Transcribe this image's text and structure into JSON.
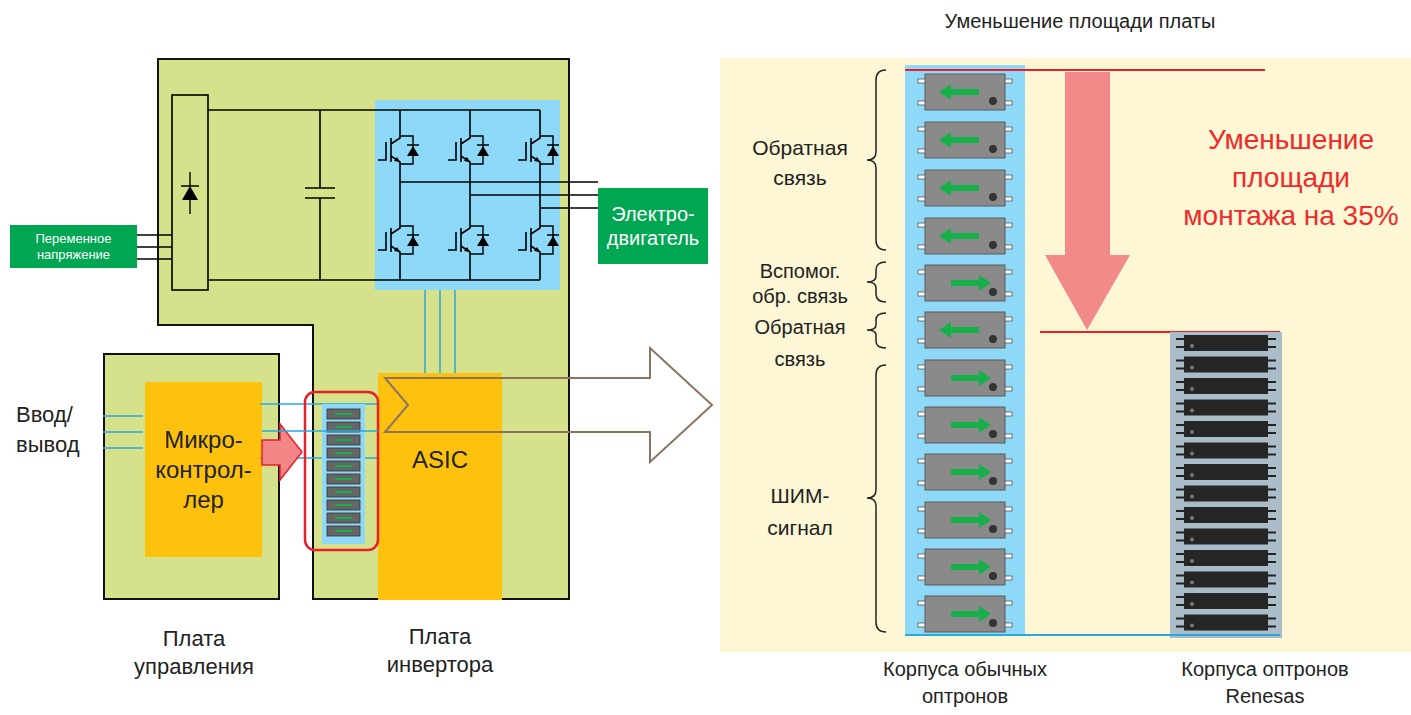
{
  "diagram": {
    "title": "Уменьшение площади платы",
    "nodes": [
      {
        "text": [
          "Переменное напряжение"
        ]
      },
      {
        "text": [
          "Плата инвертора"
        ]
      },
      {
        "text": [
          "Электро- двигатель"
        ]
      },
      {
        "text": [
          "Плата управления"
        ]
      },
      {
        "text": [
          "Микро- контрол- лер"
        ],
        "in": 3
      },
      {
        "text": [
          "ASIC"
        ],
        "in": 1
      }
    ],
    "edges": [
      {
        "from": 4,
        "to": 5,
        "arrow": "none"
      }
    ],
    "labels": [
      "Ввод/ вывод",
      "Обратная связь",
      "Вспомог. обр. связь",
      "Обратная связь",
      "ШИМ- сигнал",
      "Уменьшение площади монтажа на 35%",
      "Корпуса обычных оптронов",
      "Корпуса оптронов Renesas"
    ]
  }
}
